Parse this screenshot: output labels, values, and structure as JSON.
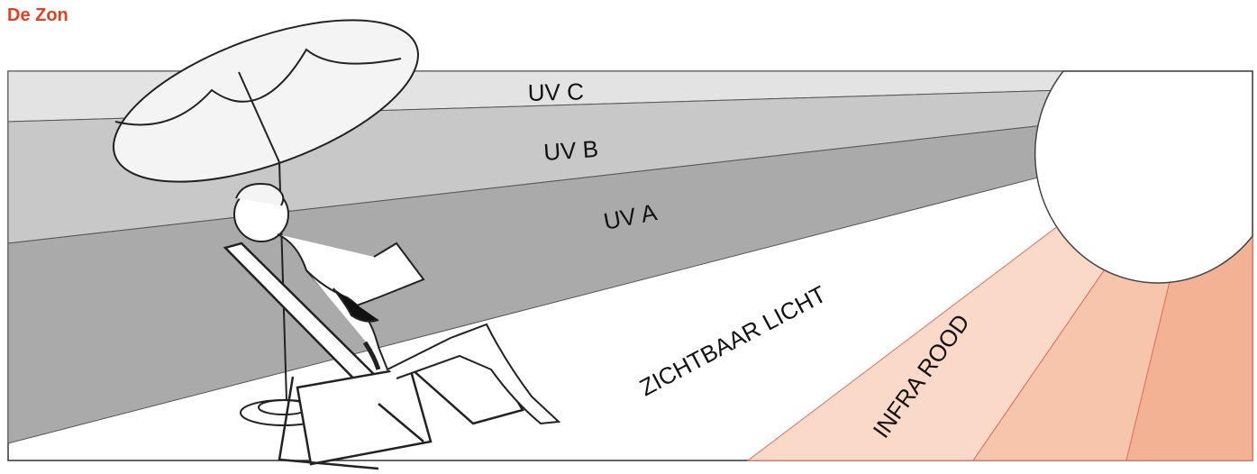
{
  "title": "De Zon",
  "colors": {
    "title": "#e2401f",
    "uv_c": "#e3e3e3",
    "uv_b": "#c8c8c8",
    "uv_a": "#aaaaaa",
    "infra_red_light": "#fbd9c8",
    "infra_red_mid": "#f7c4ac",
    "infra_red_dark": "#f3b294",
    "infra_red_line": "#e0705a"
  },
  "bands": {
    "uv_c": "UV C",
    "uv_b": "UV B",
    "uv_a": "UV A",
    "visible": "ZICHTBAAR LICHT",
    "infrared": "INFRA ROOD"
  },
  "figures": [
    "sun",
    "parasol",
    "sunbather",
    "beach-chair"
  ]
}
